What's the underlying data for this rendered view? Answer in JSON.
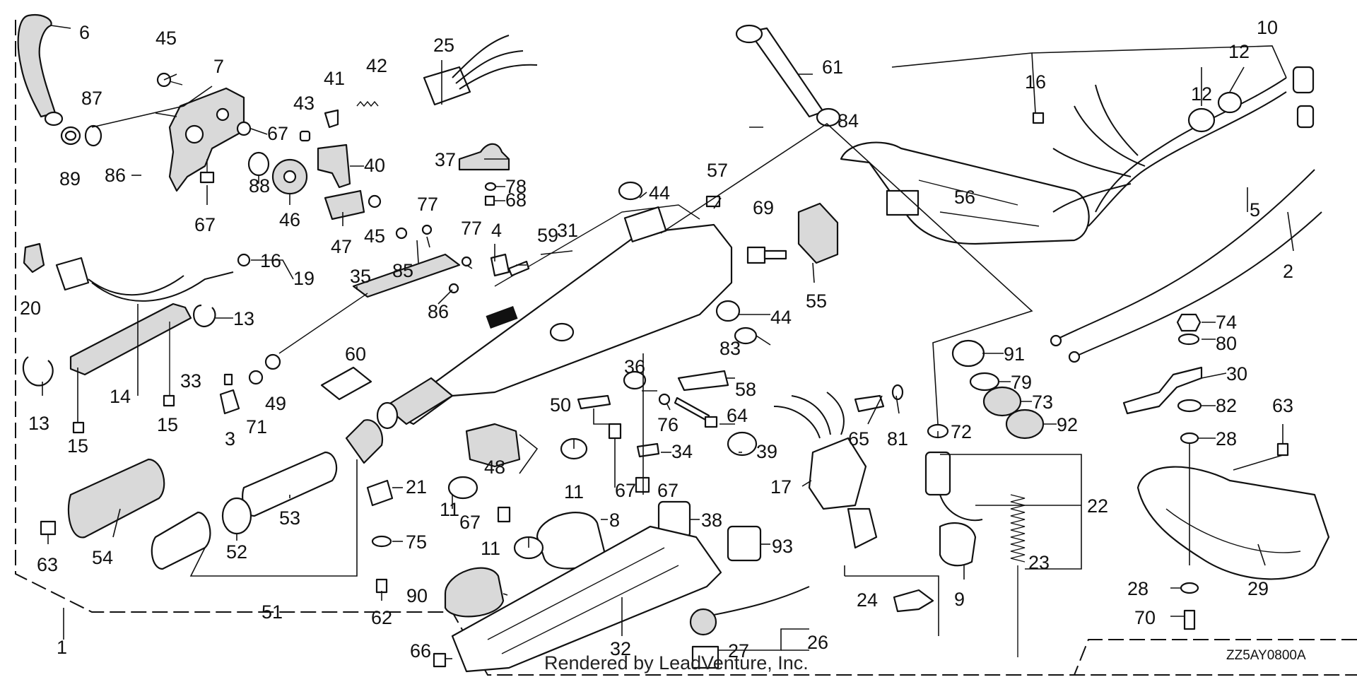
{
  "diagram": {
    "code": "ZZ5AY0800A",
    "footer": "Rendered by LeadVenture, Inc.",
    "callouts": [
      "1",
      "2",
      "3",
      "4",
      "5",
      "6",
      "7",
      "8",
      "9",
      "10",
      "11",
      "11",
      "11",
      "12",
      "12",
      "13",
      "13",
      "14",
      "15",
      "15",
      "16",
      "16",
      "17",
      "19",
      "20",
      "21",
      "22",
      "23",
      "24",
      "25",
      "26",
      "27",
      "28",
      "28",
      "29",
      "30",
      "31",
      "32",
      "33",
      "34",
      "35",
      "36",
      "37",
      "38",
      "39",
      "40",
      "41",
      "42",
      "43",
      "44",
      "44",
      "45",
      "45",
      "46",
      "47",
      "48",
      "49",
      "50",
      "51",
      "52",
      "53",
      "54",
      "55",
      "56",
      "57",
      "58",
      "59",
      "60",
      "61",
      "62",
      "63",
      "63",
      "64",
      "65",
      "66",
      "67",
      "67",
      "67",
      "67",
      "67",
      "68",
      "69",
      "70",
      "71",
      "72",
      "73",
      "74",
      "75",
      "76",
      "77",
      "77",
      "78",
      "79",
      "80",
      "81",
      "82",
      "83",
      "84",
      "85",
      "86",
      "86",
      "87",
      "88",
      "89",
      "90",
      "91",
      "92",
      "93"
    ]
  }
}
